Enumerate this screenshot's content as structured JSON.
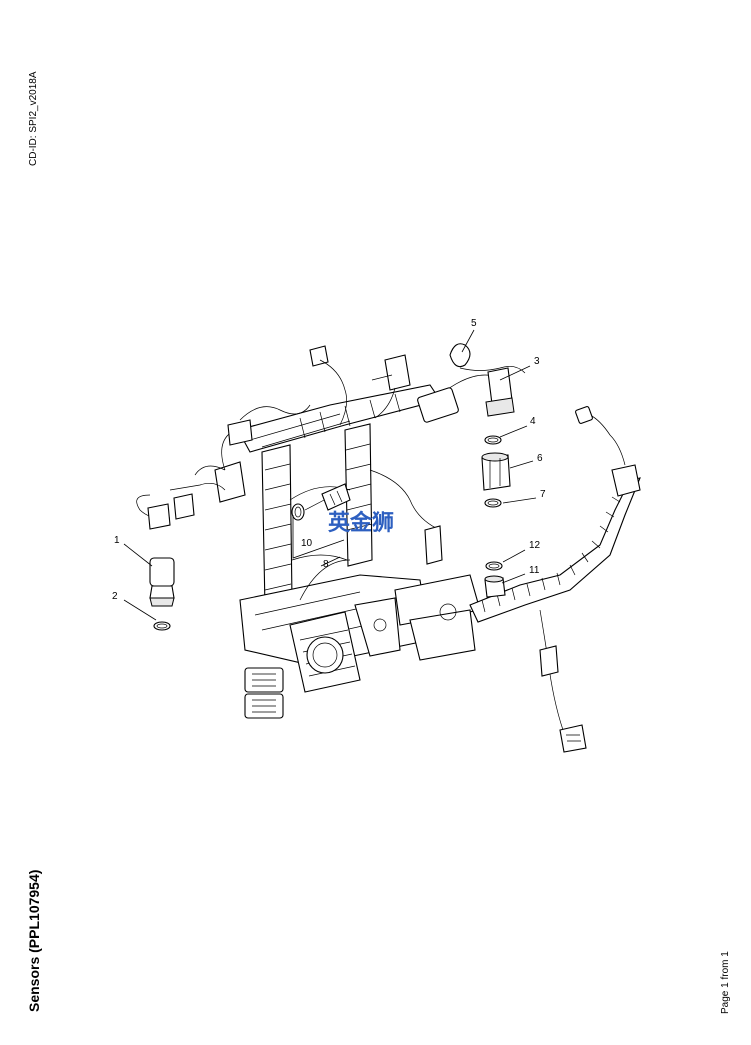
{
  "document": {
    "cd_id": "CD-ID: SPI2_v2018A",
    "title": "Sensors (PPL107954)",
    "page": "Page 1 from 1",
    "watermark": "英金狮"
  },
  "callouts": [
    {
      "label": "1"
    },
    {
      "label": "2"
    },
    {
      "label": "3"
    },
    {
      "label": "4"
    },
    {
      "label": "5"
    },
    {
      "label": "6"
    },
    {
      "label": "7"
    },
    {
      "label": "8"
    },
    {
      "label": "10"
    },
    {
      "label": "11"
    },
    {
      "label": "12"
    }
  ]
}
